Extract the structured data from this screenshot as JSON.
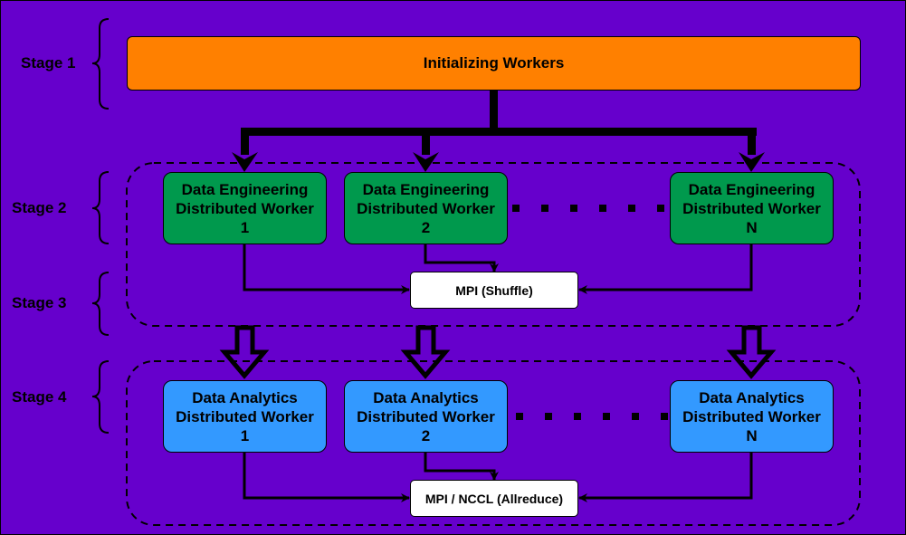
{
  "colors": {
    "background": "#6600cc",
    "init_box": "#ff8000",
    "engineering_box": "#00994d",
    "analytics_box": "#3399ff",
    "mpi_box": "#ffffff"
  },
  "stages": [
    "Stage 1",
    "Stage 2",
    "Stage 3",
    "Stage 4"
  ],
  "init": {
    "label": "Initializing Workers"
  },
  "engineering_workers": [
    {
      "line1": "Data Engineering",
      "line2": "Distributed Worker",
      "line3": "1"
    },
    {
      "line1": "Data Engineering",
      "line2": "Distributed Worker",
      "line3": "2"
    },
    {
      "line1": "Data Engineering",
      "line2": "Distributed Worker",
      "line3": "N"
    }
  ],
  "analytics_workers": [
    {
      "line1": "Data Analytics",
      "line2": "Distributed Worker",
      "line3": "1"
    },
    {
      "line1": "Data Analytics",
      "line2": "Distributed Worker",
      "line3": "2"
    },
    {
      "line1": "Data Analytics",
      "line2": "Distributed Worker",
      "line3": "N"
    }
  ],
  "mpi_shuffle": {
    "label": "MPI (Shuffle)"
  },
  "mpi_allreduce": {
    "label": "MPI / NCCL (Allreduce)"
  }
}
